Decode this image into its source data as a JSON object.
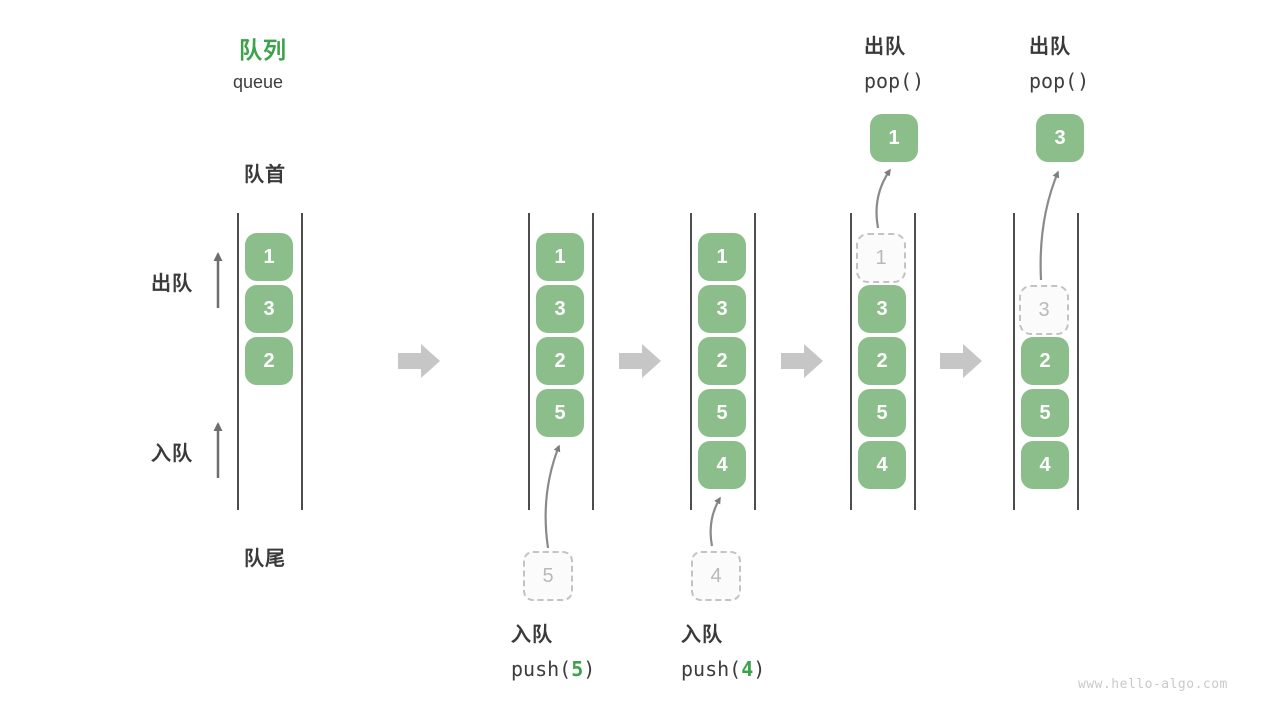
{
  "header": {
    "title_zh": "队列",
    "title_en": "queue"
  },
  "side_labels": {
    "front": "队首",
    "rear": "队尾",
    "dequeue": "出队",
    "enqueue": "入队"
  },
  "colors": {
    "accent_green": "#3ca24c",
    "box_green": "#8bbe8b",
    "dashed_border": "#c3c3c3",
    "dashed_text": "#b9b9b9",
    "column_line": "#4d4d4d",
    "block_arrow": "#c6c6c6",
    "curve_arrow": "#8a8a8a",
    "text_dark": "#3a3a3a"
  },
  "states": [
    {
      "name": "initial",
      "cells": [
        "1",
        "3",
        "2"
      ]
    },
    {
      "name": "after-push-5",
      "cells": [
        "1",
        "3",
        "2",
        "5"
      ],
      "pending_value": "5",
      "op_zh": "入队",
      "op_fn": "push(",
      "op_arg": "5",
      "op_close": ")"
    },
    {
      "name": "after-push-4",
      "cells": [
        "1",
        "3",
        "2",
        "5",
        "4"
      ],
      "pending_value": "4",
      "op_zh": "入队",
      "op_fn": "push(",
      "op_arg": "4",
      "op_close": ")"
    },
    {
      "name": "after-pop-1",
      "removed_value": "1",
      "cells": [
        "3",
        "2",
        "5",
        "4"
      ],
      "popped_value": "1",
      "op_zh": "出队",
      "op_code": "pop()"
    },
    {
      "name": "after-pop-3",
      "removed_value": "3",
      "cells": [
        "2",
        "5",
        "4"
      ],
      "popped_value": "3",
      "op_zh": "出队",
      "op_code": "pop()"
    }
  ],
  "watermark": "www.hello-algo.com"
}
